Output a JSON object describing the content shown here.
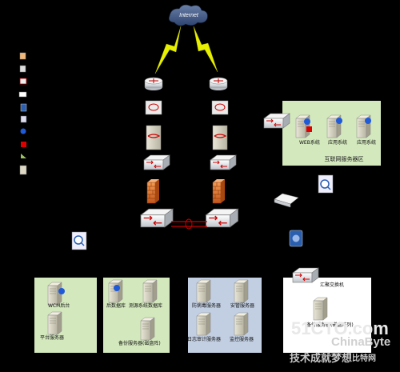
{
  "cloud": {
    "label": "Internet"
  },
  "zones": {
    "internet_servers": {
      "label": "互联网服务器区"
    },
    "left_group": {
      "wcm_label": "WCM后台",
      "platform_label": "平台服务器"
    },
    "db_group": {
      "backend_db": "后数据库",
      "test_db": "测源系统数据库",
      "backup": "备份服务器(磁盘阵)"
    },
    "security_group": {
      "antivirus": "防病毒服务器",
      "safety": "安管服务器",
      "log_audit": "日志审计服务器",
      "monitor": "监控服务器"
    },
    "right_group": {
      "switch": "汇聚交换机",
      "backup": "备份服务器(磁盘阵列)"
    }
  },
  "internet_servers": {
    "web": "WEB系统",
    "app1": "应用系统",
    "app2": "应用系统"
  },
  "watermark": {
    "site": "51CTO.com",
    "subtitle": "技术成就梦想",
    "brand": "ChinaByte",
    "brand_cn": "比特网"
  },
  "colors": {
    "zone_green": "#d3e8bd",
    "zone_blue": "#c2cfe2",
    "zone_white": "#ffffff",
    "lightning": "#e6f000",
    "link_red": "#cc0000",
    "firewall": "#e8742a"
  }
}
